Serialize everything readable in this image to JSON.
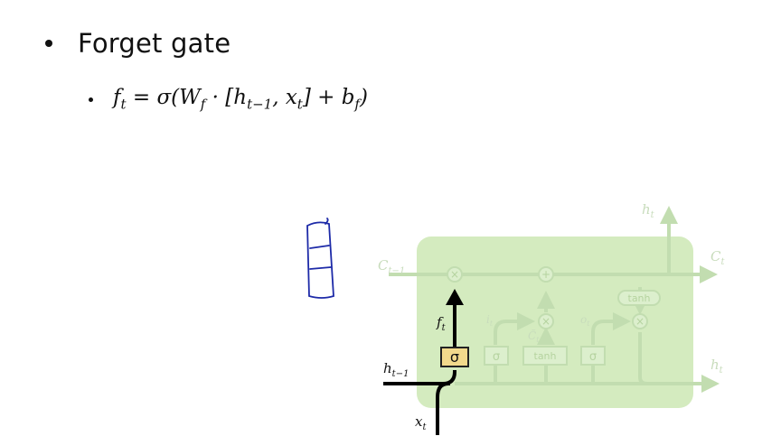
{
  "slide": {
    "title": "Forget gate",
    "equation": {
      "lhs": "f",
      "lhs_sub": "t",
      "part1": " = σ(W",
      "w_sub": "f",
      "part2": " · [h",
      "h_sub": "t−1",
      "part3": ", x",
      "x_sub": "t",
      "part4": "] + b",
      "b_sub": "f",
      "part5": ")"
    }
  },
  "diagram": {
    "c_prev_label": "C",
    "c_prev_sub": "t−1",
    "c_out_label": "C",
    "c_out_sub": "t",
    "h_top_label": "h",
    "h_top_sub": "t",
    "h_out_label": "h",
    "h_out_sub": "t",
    "h_in_label": "h",
    "h_in_sub": "t−1",
    "x_in_label": "x",
    "x_in_sub": "t",
    "f_label": "f",
    "f_sub": "t",
    "i_label": "i",
    "i_sub": "t",
    "c_tilde_label": "C̃",
    "c_tilde_sub": "t",
    "o_label": "o",
    "o_sub": "t",
    "forget_gate_symbol": "σ",
    "input_gate_symbol": "σ",
    "candidate_symbol": "tanh",
    "output_gate_symbol": "σ",
    "output_tanh_symbol": "tanh",
    "multiply_symbol": "×",
    "add_symbol": "+",
    "colors": {
      "cell_fill": "#cfe9b8",
      "faded_line": "#c2ddb0",
      "highlight": "#000000",
      "gate_fill": "#f2d98c",
      "ink": "#1d2aa8"
    }
  }
}
